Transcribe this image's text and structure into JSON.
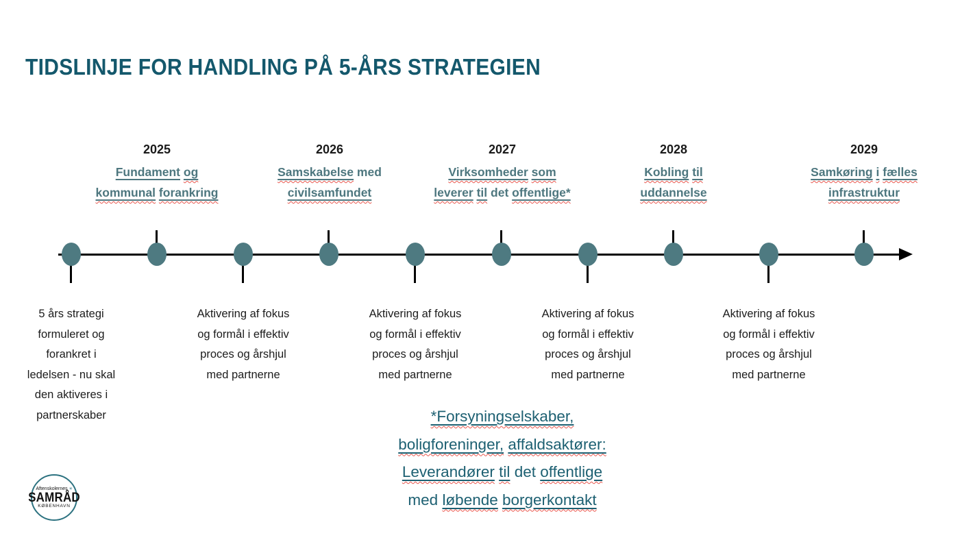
{
  "colors": {
    "title": "#14586C",
    "subtitle_teal": "#4E777F",
    "dot_teal": "#4E7A81",
    "footnote_teal": "#1D6072",
    "squiggle_red": "#E8564D",
    "body_text": "#1C1C1C",
    "logo_teal": "#2C7280"
  },
  "slide": {
    "title": "TIDSLINJE FOR HANDLING PÅ 5-ÅRS STRATEGIEN"
  },
  "years": [
    {
      "year": "2025",
      "title_lines": [
        [
          {
            "t": "Fundament",
            "d": "u"
          },
          {
            "t": "og",
            "d": "uq"
          }
        ],
        [
          {
            "t": "kommunal",
            "d": "uq"
          },
          {
            "t": "forankring",
            "d": "uq"
          }
        ]
      ]
    },
    {
      "year": "2026",
      "title_lines": [
        [
          {
            "t": "Samskabelse",
            "d": "uq"
          },
          {
            "t": "med",
            "d": ""
          }
        ],
        [
          {
            "t": "civilsamfundet",
            "d": "uq"
          }
        ]
      ]
    },
    {
      "year": "2027",
      "title_lines": [
        [
          {
            "t": "Virksomheder",
            "d": "uq"
          },
          {
            "t": "som",
            "d": "uq"
          }
        ],
        [
          {
            "t": "leverer",
            "d": "uq"
          },
          {
            "t": "til",
            "d": "uq"
          },
          {
            "t": "det",
            "d": ""
          },
          {
            "t": "offentlige*",
            "d": "uq"
          }
        ]
      ]
    },
    {
      "year": "2028",
      "title_lines": [
        [
          {
            "t": "Kobling",
            "d": "uq"
          },
          {
            "t": "til",
            "d": "uq"
          }
        ],
        [
          {
            "t": "uddannelse",
            "d": "uq"
          }
        ]
      ]
    },
    {
      "year": "2029",
      "title_lines": [
        [
          {
            "t": "Samkøring",
            "d": "uq"
          },
          {
            "t": "i",
            "d": "uq"
          },
          {
            "t": "fælles",
            "d": "uq"
          }
        ],
        [
          {
            "t": "infrastruktur",
            "d": "uq"
          }
        ]
      ]
    }
  ],
  "descriptions": [
    {
      "text": "5 års strategi\nformuleret og\nforankret i\nledelsen - nu skal\nden aktiveres i\npartnerskaber"
    },
    {
      "text": "Aktivering af fokus\nog formål i effektiv\nproces og årshjul\nmed partnerne"
    },
    {
      "text": "Aktivering af fokus\nog formål i effektiv\nproces og årshjul\nmed partnerne"
    },
    {
      "text": "Aktivering af fokus\nog formål i effektiv\nproces og årshjul\nmed partnerne"
    },
    {
      "text": "Aktivering af fokus\nog formål i effektiv\nproces og årshjul\nmed partnerne"
    }
  ],
  "footnote": {
    "lines": [
      [
        {
          "t": "*Forsyningselskaber,",
          "d": "uq"
        }
      ],
      [
        {
          "t": "boligforeninger,",
          "d": "uq"
        },
        {
          "t": "affaldsaktører:",
          "d": "uq"
        }
      ],
      [
        {
          "t": "Leverandører",
          "d": "uq"
        },
        {
          "t": "til",
          "d": "uq"
        },
        {
          "t": "det",
          "d": ""
        },
        {
          "t": "offentlige",
          "d": "uq"
        }
      ],
      [
        {
          "t": "med",
          "d": ""
        },
        {
          "t": "løbende",
          "d": "uq"
        },
        {
          "t": "borgerkontakt",
          "d": "uq"
        }
      ]
    ]
  },
  "logo": {
    "top_text": "Aftenskolernes",
    "gear_icon": "✳",
    "main_text": "SAMRÅD",
    "bottom_text": "KØBENHAVN"
  }
}
